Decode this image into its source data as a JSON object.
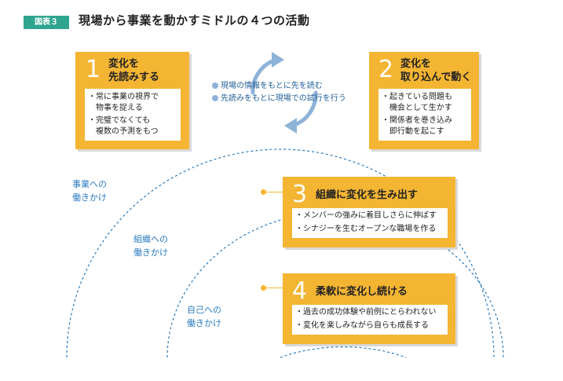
{
  "header": {
    "badge": "図表３",
    "title": "現場から事業を動かすミドルの４つの活動"
  },
  "cycle": {
    "items": [
      "現場の情報をもとに先を読む",
      "先読みをもとに現場での試行を行う"
    ],
    "icon": "circular-arrows-icon",
    "color": "#8eb3d8"
  },
  "cards": [
    {
      "number": "1",
      "title_lines": [
        "変化を",
        "先読みする"
      ],
      "items": [
        "・常に事業の視界で",
        "　物事を捉える",
        "・完璧でなくても",
        "　複数の予測をもつ"
      ]
    },
    {
      "number": "2",
      "title_lines": [
        "変化を",
        "取り込んで動く"
      ],
      "items": [
        "・起きている問題も",
        "　機会として生かす",
        "・関係者を巻き込み",
        "　即行動を起こす"
      ]
    },
    {
      "number": "3",
      "title_lines": [
        "組織に変化を生み出す"
      ],
      "items": [
        "・メンバーの強みに着目しさらに伸ばす",
        "・シナジーを生むオープンな職場を作る"
      ]
    },
    {
      "number": "4",
      "title_lines": [
        "柔軟に変化し続ける"
      ],
      "items": [
        "・過去の成功体験や前例にとらわれない",
        "・変化を楽しみながら自らも成長する"
      ]
    }
  ],
  "arcs": [
    {
      "label_lines": [
        "事業への",
        "働きかけ"
      ]
    },
    {
      "label_lines": [
        "組織への",
        "働きかけ"
      ]
    },
    {
      "label_lines": [
        "自己への",
        "働きかけ"
      ]
    }
  ],
  "colors": {
    "accent": "#f4b533",
    "badge": "#2fa58f",
    "arc": "#2a7bbf",
    "cycle_text": "#1f5e96"
  }
}
